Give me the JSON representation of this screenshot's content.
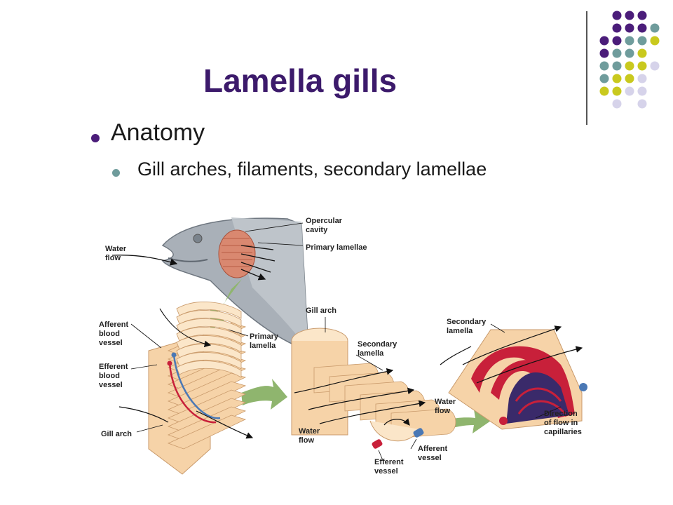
{
  "slide": {
    "title": "Lamella gills",
    "bullets": [
      {
        "text": "Anatomy",
        "level": 1
      },
      {
        "text": "Gill arches, filaments, secondary lamellae",
        "level": 2
      }
    ]
  },
  "figure": {
    "labels": {
      "opercular_cavity_1": "Opercular",
      "opercular_cavity_2": "cavity",
      "primary_lamellae": "Primary lamellae",
      "water_flow_1a": "Water",
      "water_flow_1b": "flow",
      "afferent_blood_1": "Afferent",
      "afferent_blood_2": "blood",
      "afferent_blood_3": "vessel",
      "efferent_blood_1": "Efferent",
      "efferent_blood_2": "blood",
      "efferent_blood_3": "vessel",
      "gill_arch_left": "Gill arch",
      "primary_lamella_1": "Primary",
      "primary_lamella_2": "lamella",
      "gill_arch_mid": "Gill arch",
      "secondary_lamella_mid_1": "Secondary",
      "secondary_lamella_mid_2": "lamella",
      "water_flow_2a": "Water",
      "water_flow_2b": "flow",
      "efferent_vessel_1": "Efferent",
      "efferent_vessel_2": "vessel",
      "afferent_vessel_1": "Afferent",
      "afferent_vessel_2": "vessel",
      "secondary_lamella_right_1": "Secondary",
      "secondary_lamella_right_2": "lamella",
      "water_flow_3a": "Water",
      "water_flow_3b": "flow",
      "direction_1": "Direction",
      "direction_2": "of flow in",
      "direction_3": "capillaries"
    }
  },
  "colors": {
    "title": "#3c1a6b",
    "purple": "#4b1d7a",
    "teal": "#6f9c9c",
    "olive": "#c9c91e",
    "lavender": "#d6d3ea",
    "tissue": "#f6d3a8",
    "blood_red": "#c8203a",
    "blood_blue": "#4a78b5",
    "arrow_green": "#8fb56e",
    "fish_gray": "#a9b0b8"
  }
}
